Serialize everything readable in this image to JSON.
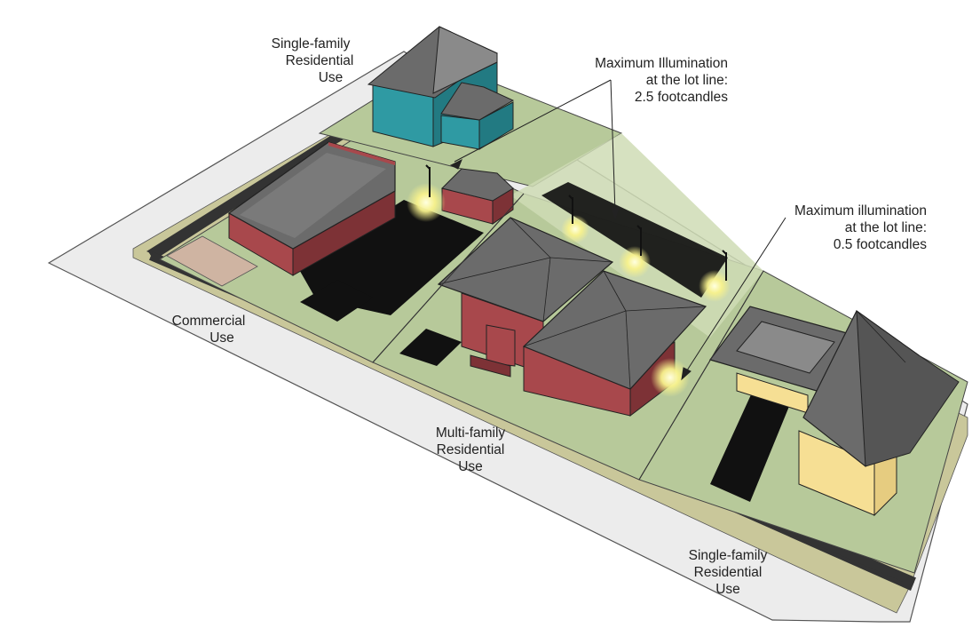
{
  "labels": {
    "single_family_top": {
      "lines": [
        "Single-family",
        "Residential",
        "Use"
      ]
    },
    "max_illum_25": {
      "lines": [
        "Maximum Illumination",
        "at the lot line:",
        "2.5 footcandles"
      ]
    },
    "max_illum_05": {
      "lines": [
        "Maximum illumination",
        "at the lot line:",
        "0.5 footcandles"
      ]
    },
    "commercial": {
      "lines": [
        "Commercial",
        "Use"
      ]
    },
    "multi_family": {
      "lines": [
        "Multi-family",
        "Residential",
        "Use"
      ]
    },
    "single_family_bottom": {
      "lines": [
        "Single-family",
        "Residential",
        "Use"
      ]
    }
  },
  "colors": {
    "sidewalk": "#ececec",
    "curb": "#c9c79a",
    "street_edge": "#333333",
    "lawn": "#b7c99a",
    "lawn_light": "#cfdcb5",
    "paving": "#111111",
    "brick": "#a8484c",
    "brick_dark": "#7d3236",
    "roof": "#6b6b6b",
    "roof_light": "#8a8a8a",
    "teal": "#2f9aa3",
    "teal_dark": "#227a82",
    "yellow_house": "#f6df94",
    "commercial_pad": "#cfb4a2",
    "light_glow": "#fbf7a8"
  }
}
